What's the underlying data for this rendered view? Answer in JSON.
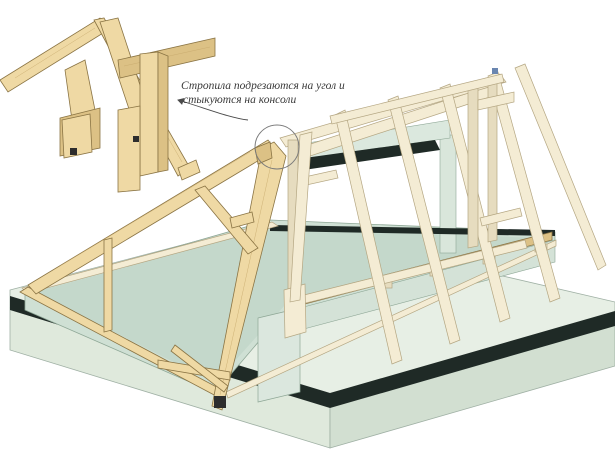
{
  "callout": {
    "line1": "Стропила подрезаются на угол и",
    "line2": "стыкуются на консоли"
  },
  "colors": {
    "wall_fill": "#cfe0d4",
    "ground_fill": "#e4eee1",
    "slab_edge": "#1f2a26",
    "timber_main": "#efd9a4",
    "timber_outline": "#8a7444",
    "timber_pale": "#f4ecd4",
    "callout_text": "#3a3a3a"
  },
  "icons": {
    "detail_marker": "magnifier-circle",
    "leader": "arrow-leader"
  }
}
